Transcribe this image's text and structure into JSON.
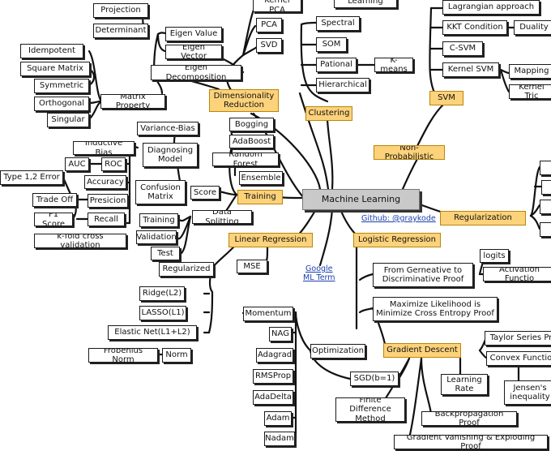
{
  "root": "Machine Learning",
  "nodes": {
    "projection": "Projection",
    "determinant": "Determinant",
    "eigen_value": "Eigen Value",
    "eigen_vector": "Eigen Vector",
    "eigen_decomposition": "Eigen Decomposition",
    "idempotent": "Idempotent",
    "square_matrix": "Square Matrix",
    "symmetric": "Symmetric",
    "orthogonal": "Orthogonal",
    "singular": "Singular",
    "matrix_property": "Matrix Property",
    "kernel_pca": "Kernel PCA",
    "pca": "PCA",
    "svd": "SVD",
    "dimensionality_reduction": "Dimensionality\nReduction",
    "learning": "Learning",
    "spectral": "Spectral",
    "som": "SOM",
    "pational": "Pational",
    "k_means": "K-means",
    "hierarchical": "Hierarchical",
    "clustering": "Clustering",
    "lagrangian_approach": "Lagrangian approach",
    "kkt_condition": "KKT Condition",
    "duality": "Duality",
    "c_svm": "C-SVM",
    "kernel_svm": "Kernel SVM",
    "mapping": "Mapping",
    "kernel_trick": "Kernel Tric",
    "svm": "SVM",
    "non_probabilistic": "Non-Probabilistic",
    "variance_bias": "Variance-Bias",
    "diagnosing_model": "Diagnosing\nModel",
    "inductive_bias": "Inductive Bias",
    "auc": "AUC",
    "roc": "ROC",
    "type_error": "Type 1,2 Error",
    "accuracy": "Accuracy",
    "trade_off": "Trade Off",
    "presicion": "Presicion",
    "f1_score": "F1 Score",
    "recall": "Recall",
    "confusion_matrix": "Confusion\nMatrix",
    "score": "Score",
    "bagging": "Bogging",
    "adaboost": "AdaBoost",
    "random_forest": "Random Forest",
    "ensemble": "Ensemble",
    "training": "Training",
    "training_set": "Training",
    "validation": "Validation",
    "test": "Test",
    "data_splitting": "Data Splitting",
    "k_fold": "k-fold cross validation",
    "linear_regression": "Linear Regression",
    "regularized": "Regularized",
    "mse": "MSE",
    "ridge": "Ridge(L2)",
    "lasso": "LASSO(L1)",
    "elastic_net": "Elastic Net(L1+L2)",
    "frobenius_norm": "Frobenius Norm",
    "norm": "Norm",
    "regularization": "Regularization",
    "logistic_regression": "Logistic Regression",
    "logits": "logits",
    "activation_function": "Activation Functio",
    "generative_discriminative": "From Gerneative to\nDiscriminative Proof",
    "max_likelihood": "Maximize Likelihood is\nMinimize Cross Entropy Proof",
    "gradient_descent": "Gradient Descent",
    "taylor_series": "Taylor Series Pr",
    "convex_function": "Convex Functio",
    "jensens_inequality": "Jensen's\ninequality",
    "learning_rate": "Learning\nRate",
    "backpropagation": "Backpropagation Proof",
    "gradient_vanishing": "Gradient Vanishing & Exploding Proof",
    "finite_difference": "Finite Difference\nMethod",
    "sgd": "SGD(b=1)",
    "optimization": "Optimization",
    "momentum": "Momentum",
    "nag": "NAG",
    "adagrad": "Adagrad",
    "rmsprop": "RMSProp",
    "adadelta": "AdaDelta",
    "adam": "Adam",
    "nadam": "Nadam"
  },
  "links": {
    "github": "Github: @graykode",
    "google_ml_term": "Google\nML Term"
  }
}
